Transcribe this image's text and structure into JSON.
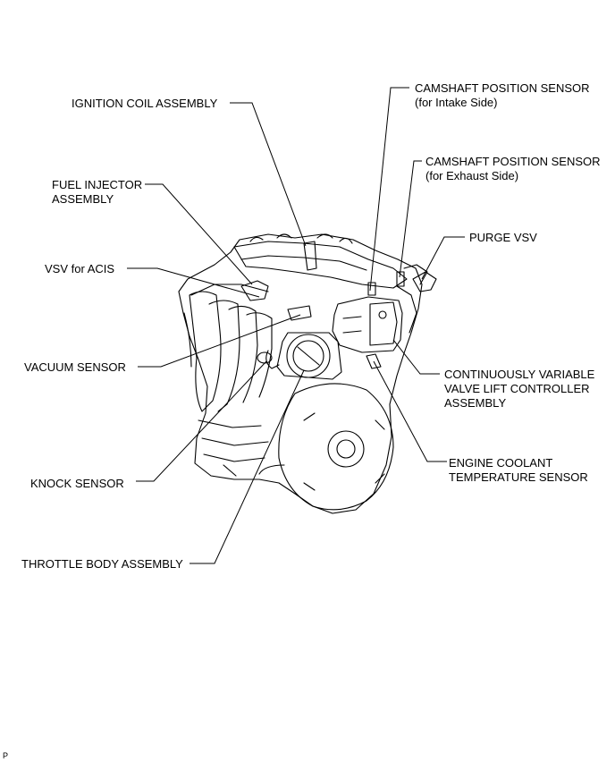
{
  "labels": {
    "ignition_coil": [
      "IGNITION COIL ASSEMBLY"
    ],
    "cam_intake": [
      "CAMSHAFT POSITION SENSOR",
      "(for Intake Side)"
    ],
    "cam_exhaust": [
      "CAMSHAFT POSITION SENSOR",
      "(for Exhaust Side)"
    ],
    "fuel_injector": [
      "FUEL INJECTOR",
      "ASSEMBLY"
    ],
    "purge_vsv": [
      "PURGE VSV"
    ],
    "vsv_acis": [
      "VSV for ACIS"
    ],
    "vacuum_sensor": [
      "VACUUM SENSOR"
    ],
    "cvvl": [
      "CONTINUOUSLY VARIABLE",
      "VALVE LIFT CONTROLLER",
      "ASSEMBLY"
    ],
    "coolant_temp": [
      "ENGINE COOLANT",
      "TEMPERATURE SENSOR"
    ],
    "knock_sensor": [
      "KNOCK SENSOR"
    ],
    "throttle_body": [
      "THROTTLE BODY ASSEMBLY"
    ]
  },
  "figure_code": "P"
}
